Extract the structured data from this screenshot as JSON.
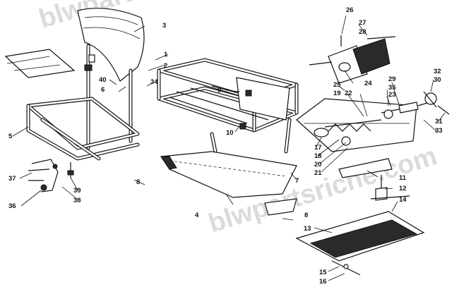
{
  "watermark": "blwpartsriche.com",
  "callouts": {
    "c1": "1",
    "c2": "2",
    "c3": "3",
    "c4": "4",
    "c5": "5",
    "c6": "6",
    "c7": "7",
    "c8a": "8",
    "c8b": "8",
    "c9": "9",
    "c10": "10",
    "c11": "11",
    "c12": "12",
    "c13": "13",
    "c14": "14",
    "c15": "15",
    "c16": "16",
    "c17": "17",
    "c18": "18",
    "c19": "19",
    "c20": "20",
    "c21": "21",
    "c22": "22",
    "c23": "23",
    "c24": "24",
    "c25": "25",
    "c26": "26",
    "c27": "27",
    "c28": "28",
    "c29": "29",
    "c30": "30",
    "c31": "31",
    "c32": "32",
    "c33": "33",
    "c34": "34",
    "c35": "35",
    "c36": "36",
    "c37": "37",
    "c38": "38",
    "c39": "39",
    "c40": "40"
  }
}
